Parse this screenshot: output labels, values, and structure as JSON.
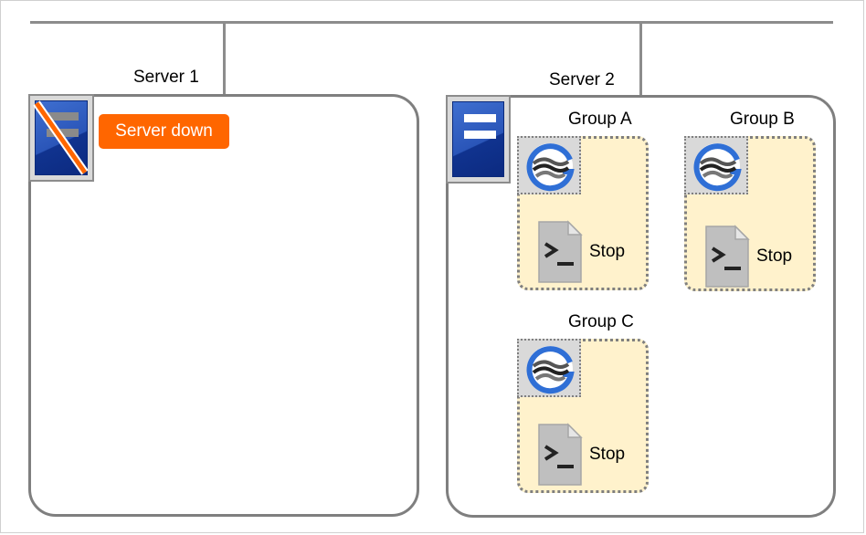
{
  "servers": [
    {
      "label": "Server 1",
      "status_badge": "Server down",
      "state": "down"
    },
    {
      "label": "Server 2",
      "state": "up"
    }
  ],
  "groups": [
    {
      "label": "Group A",
      "resource_status": "Stop"
    },
    {
      "label": "Group B",
      "resource_status": "Stop"
    },
    {
      "label": "Group C",
      "resource_status": "Stop"
    }
  ],
  "icons": {
    "server_up": "server-icon",
    "server_down": "server-down-icon",
    "group": "group-icon",
    "script": "script-resource-icon"
  },
  "colors": {
    "badge": "#ff6600",
    "group_fill": "#fff2cc",
    "server_blue": "#2a55b8",
    "border_gray": "#7f7f7f",
    "strike": "#ff6600"
  }
}
